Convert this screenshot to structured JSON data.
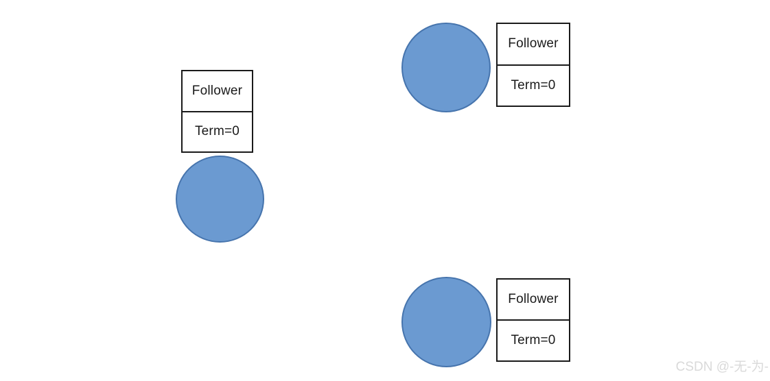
{
  "diagram": {
    "title": "raft-follower-nodes",
    "background_color": "#ffffff",
    "node_fill_color": "#6b9ad1",
    "node_border_color": "#4674ad",
    "box_border_color": "#1a1a1a",
    "nodes": [
      {
        "position": "left",
        "role": "Follower",
        "term": "Term=0"
      },
      {
        "position": "top-right",
        "role": "Follower",
        "term": "Term=0"
      },
      {
        "position": "bottom-right",
        "role": "Follower",
        "term": "Term=0"
      }
    ]
  },
  "watermark": {
    "text": "CSDN @-无-为-"
  }
}
